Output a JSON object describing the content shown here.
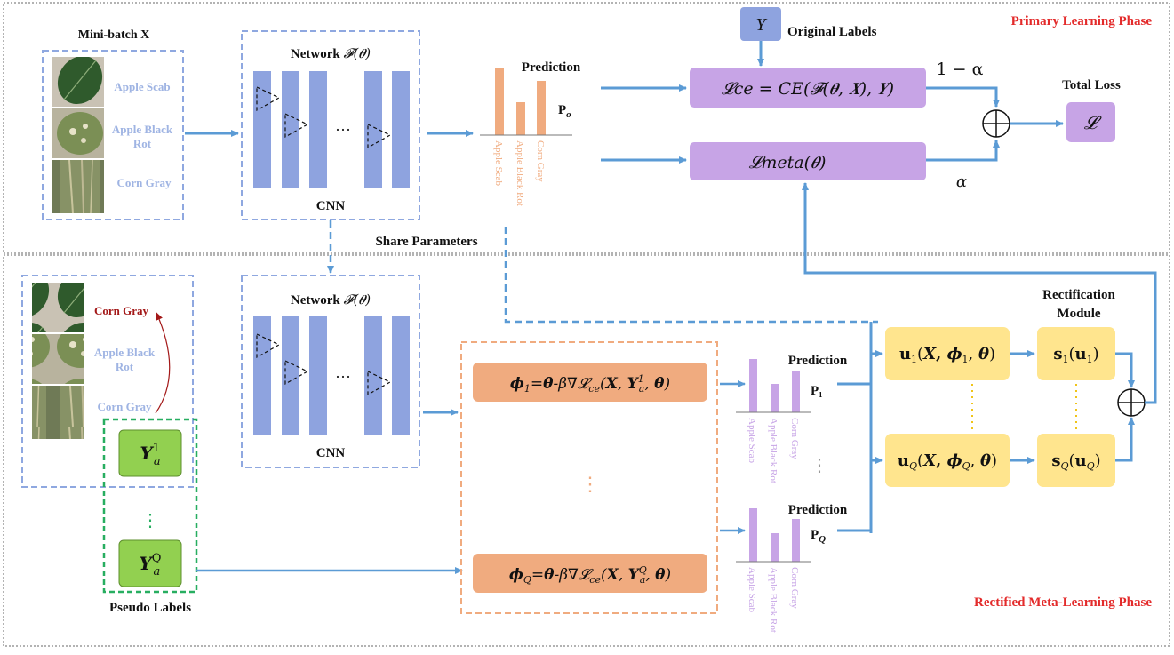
{
  "phases": {
    "primary": "Primary Learning Phase",
    "rectified": "Rectified Meta-Learning Phase"
  },
  "colors": {
    "accent_red": "#e32b2b",
    "box_blue": "#8fa8e0",
    "conv_blue": "#8ea3df",
    "arrow_blue": "#5b9bd5",
    "purple": "#c7a4e6",
    "orange": "#f0ab7f",
    "yellow": "#ffe58e",
    "green": "#92d050",
    "green_dash": "#27ae60",
    "label_blue": "#9fb4e3"
  },
  "top": {
    "minibatch_title": "Mini-batch X",
    "leaf_labels": [
      "Apple Scab",
      "Apple Black Rot",
      "Corn Gray"
    ],
    "network_title": "Network ",
    "network_math": "𝓕(𝜽)",
    "cnn_label": "CNN",
    "ellipsis": "···",
    "prediction_title": "Prediction",
    "prediction_var": "P",
    "prediction_sub": "o",
    "bar_labels": [
      "Apple Scab",
      "Apple Black Rot",
      "Corn Gray"
    ],
    "y_symbol": "Y",
    "original_labels": "Original Labels",
    "loss_ce": "𝓛ce = CE(𝓕(𝜽, 𝑿), 𝒀)",
    "loss_meta": "𝓛meta(𝜽)",
    "one_minus_alpha": "1 − α",
    "alpha": "α",
    "total_loss": "Total Loss",
    "total_symbol": "𝓛",
    "share_parameters": "Share Parameters"
  },
  "bottom": {
    "leaf_labels": [
      "Corn Gray",
      "Apple Black Rot",
      "Corn Gray"
    ],
    "pseudo_1": "Y¹ₐ",
    "pseudo_q": "Y^Q ₐ",
    "pseudo_labels": "Pseudo Labels",
    "vdots": "⋮",
    "network_title": "Network ",
    "network_math": "𝓕(𝜽)",
    "cnn_label": "CNN",
    "ellipsis": "···",
    "phi_1": "ϕ₁=θ-β∇𝓛ce(X, Y¹ₐ, θ)",
    "phi_q": "ϕQ=θ-β∇𝓛ce(X, YQa, θ)",
    "prediction_title_1": "Prediction",
    "prediction_title_q": "Prediction",
    "p1": "P₁",
    "pq": "PQ",
    "bar_labels": [
      "Apple Scab",
      "Apple Black Rot",
      "Corn Gray"
    ],
    "u1": "u₁(X, ϕ₁, θ)",
    "uq": "uQ(X, ϕQ, θ)",
    "s1": "s₁(u₁)",
    "sq": "sQ(uQ)",
    "rect_module": "Rectification Module"
  }
}
